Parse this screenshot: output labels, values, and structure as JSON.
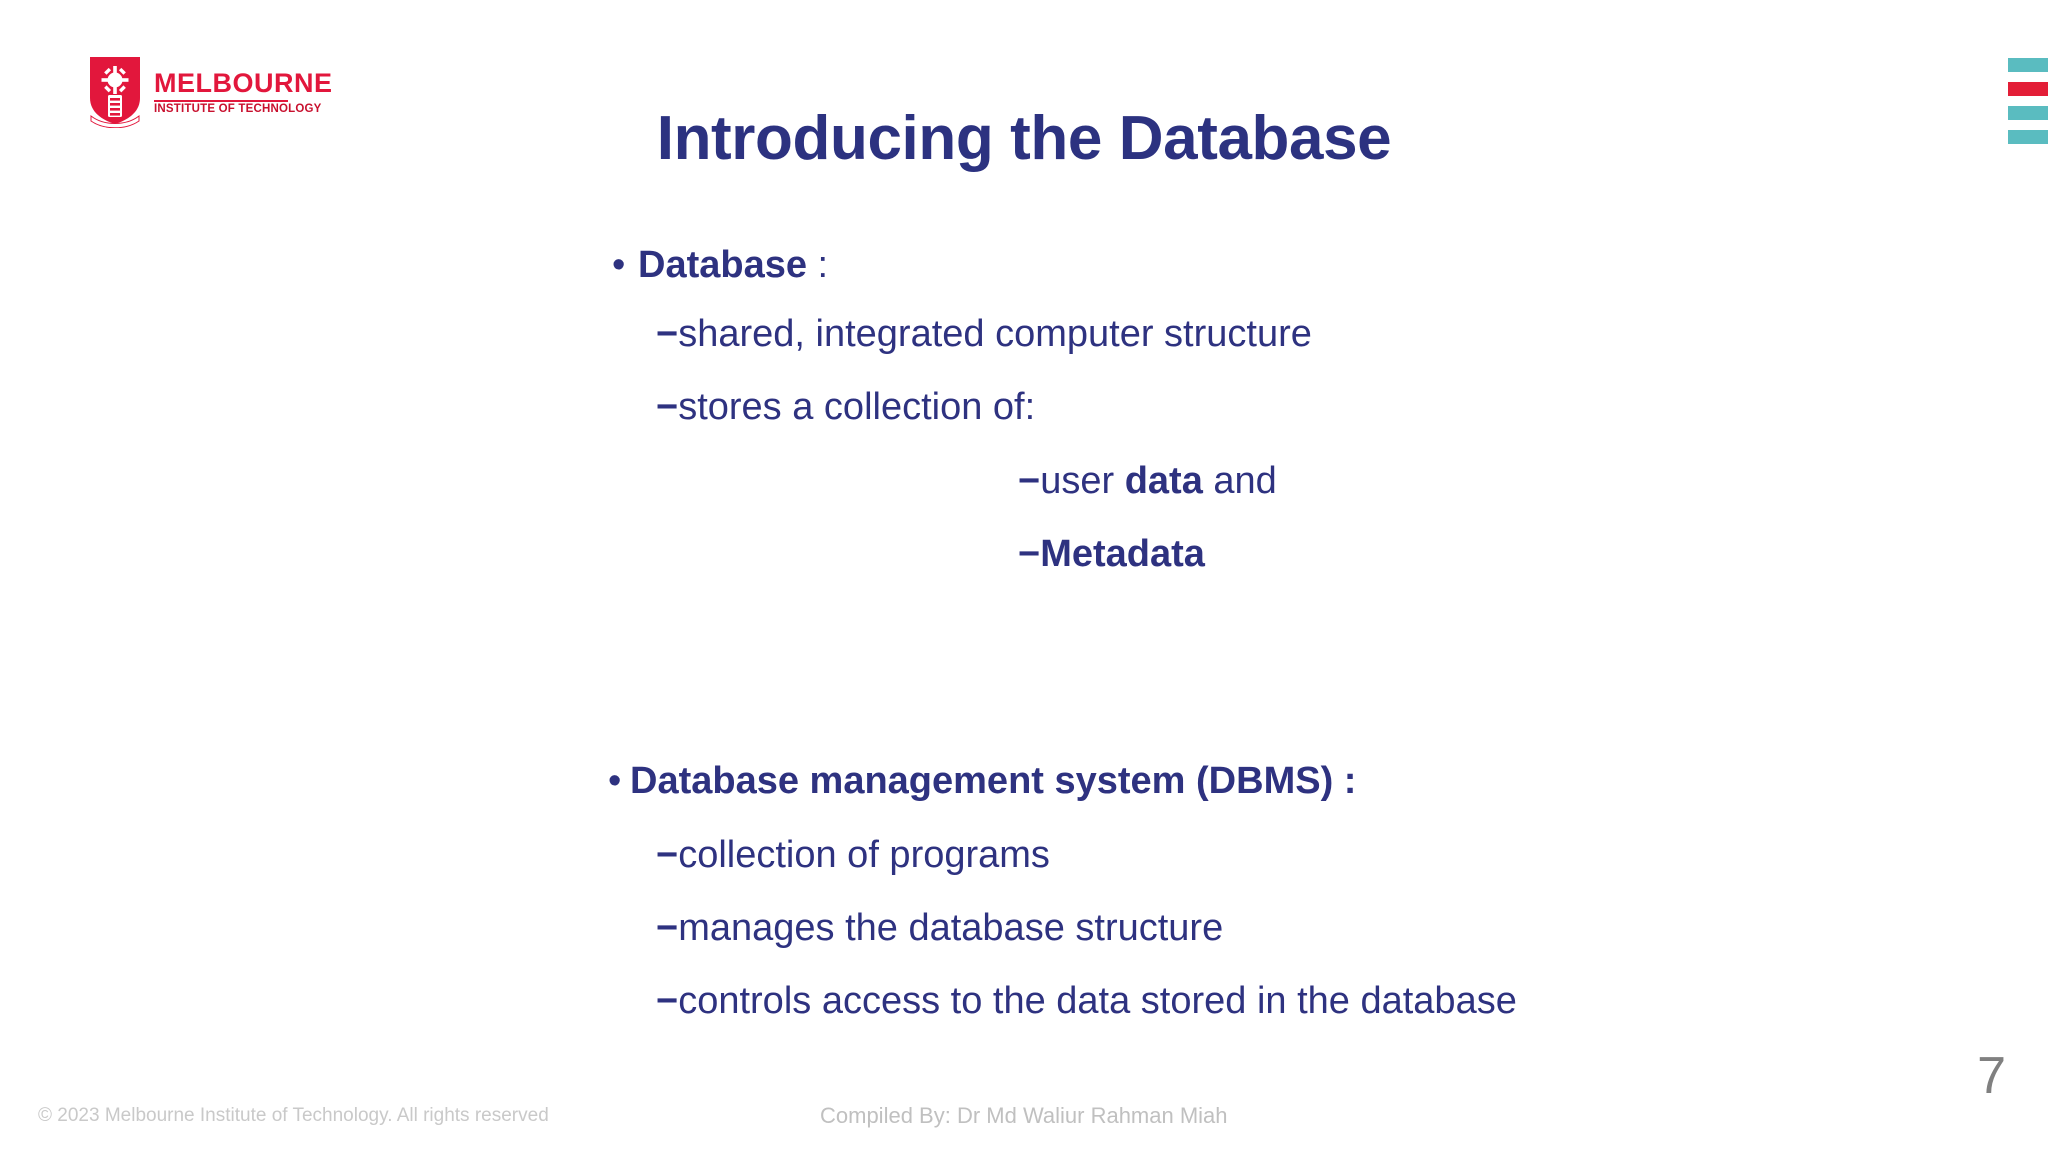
{
  "slide": {
    "title": "Introducing the Database",
    "page_number": "7",
    "title_color": "#2C3280",
    "body_color": "#2E3280"
  },
  "logo": {
    "name": "melbourne-institute-of-technology-logo",
    "word": "MELBOURNE",
    "subtitle": "INSTITUTE OF TECHNOLOGY",
    "primary_color": "#E2173C",
    "secondary_color": "#C8102E"
  },
  "decoration": {
    "bars": [
      {
        "name": "bar-teal-1",
        "color": "#5ABCC0"
      },
      {
        "name": "bar-red",
        "color": "#E31E37"
      },
      {
        "name": "bar-teal-2",
        "color": "#5ABCC0"
      },
      {
        "name": "bar-teal-3",
        "color": "#5ABCC0"
      }
    ]
  },
  "content": {
    "section_one": {
      "bullet_glyph": "•",
      "heading_bold": "Database",
      "heading_rest": " :",
      "sub_items": [
        {
          "dash": "−",
          "text": "shared, integrated computer structure"
        },
        {
          "dash": "−",
          "text": "stores a collection of:"
        }
      ],
      "sub_sub_items": [
        {
          "dash": "−",
          "pre": "user ",
          "bold": "data",
          "post": " and"
        },
        {
          "dash": "−",
          "pre": "",
          "bold": "Metadata",
          "post": ""
        }
      ]
    },
    "section_two": {
      "bullet_glyph": "•",
      "heading": "Database management system (DBMS) :",
      "sub_items": [
        {
          "dash": "−",
          "text": "collection of programs"
        },
        {
          "dash": "−",
          "text": "manages the database structure"
        },
        {
          "dash": "−",
          "text": "controls access to the data stored in the database"
        }
      ]
    }
  },
  "footer": {
    "copyright": "© 2023 Melbourne Institute of Technology. All rights reserved",
    "compiled_by": "Compiled By: Dr Md Waliur Rahman Miah"
  }
}
